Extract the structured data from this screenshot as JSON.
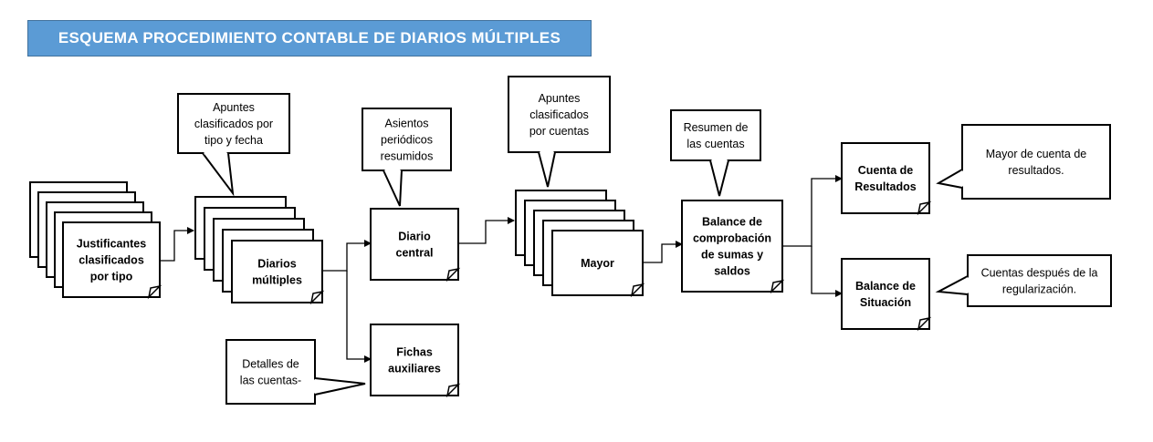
{
  "title": "ESQUEMA  PROCEDIMIENTO  CONTABLE  DE  DIARIOS  MÚLTIPLES",
  "nodes": [
    {
      "id": "justificantes",
      "lines": [
        "Justificantes",
        "clasificados",
        "por tipo"
      ]
    },
    {
      "id": "diarios-multiples",
      "lines": [
        "Diarios",
        "múltiples"
      ]
    },
    {
      "id": "diario-central",
      "lines": [
        "Diario",
        "central"
      ]
    },
    {
      "id": "fichas-auxiliares",
      "lines": [
        "Fichas",
        "auxiliares"
      ]
    },
    {
      "id": "mayor",
      "lines": [
        "Mayor"
      ]
    },
    {
      "id": "balance-comprobacion",
      "lines": [
        "Balance de",
        "comprobación",
        "de sumas y",
        "saldos"
      ]
    },
    {
      "id": "cuenta-resultados",
      "lines": [
        "Cuenta de",
        "Resultados"
      ]
    },
    {
      "id": "balance-situacion",
      "lines": [
        "Balance de",
        "Situación"
      ]
    }
  ],
  "callouts": [
    {
      "id": "apuntes-tipo-fecha",
      "lines": [
        "Apuntes",
        "clasificados por",
        "tipo y fecha"
      ]
    },
    {
      "id": "asientos-periodicos",
      "lines": [
        "Asientos",
        "periódicos",
        "resumidos"
      ]
    },
    {
      "id": "apuntes-cuentas",
      "lines": [
        "Apuntes",
        "clasificados",
        "por cuentas"
      ]
    },
    {
      "id": "resumen-cuentas",
      "lines": [
        "Resumen de",
        "las cuentas"
      ]
    },
    {
      "id": "mayor-cuenta-resultados",
      "lines": [
        "Mayor de cuenta de",
        "resultados."
      ]
    },
    {
      "id": "cuentas-regularizacion",
      "lines": [
        "Cuentas después de  la",
        "regularización."
      ]
    },
    {
      "id": "detalles-cuentas",
      "lines": [
        "Detalles de",
        "las cuentas-"
      ]
    }
  ]
}
